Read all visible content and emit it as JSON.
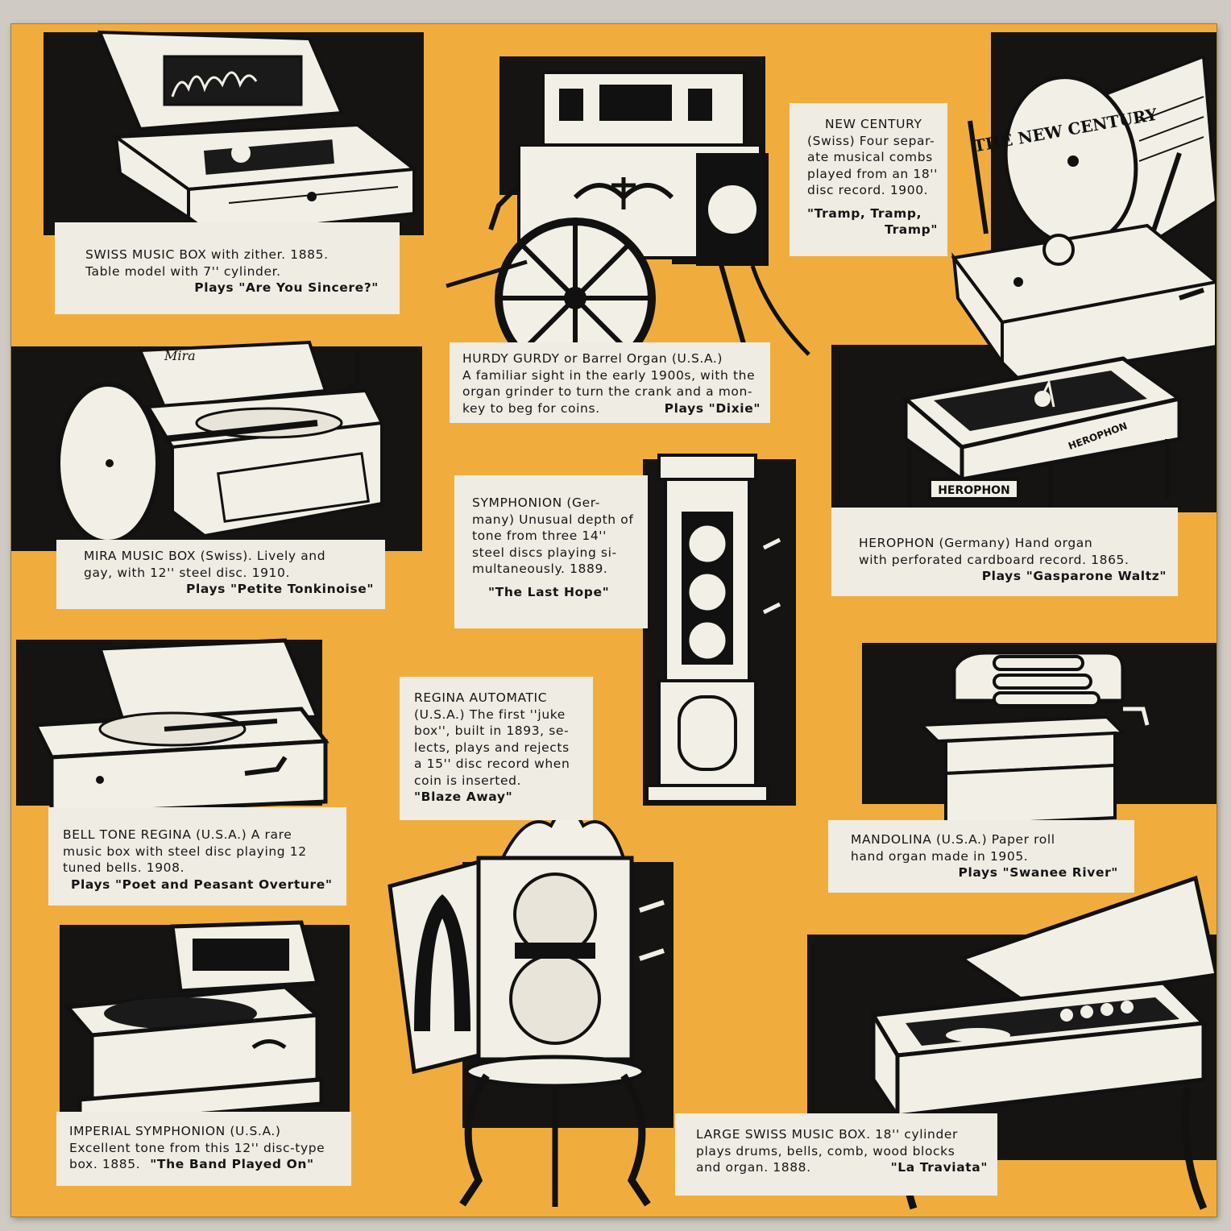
{
  "colors": {
    "background": "#f0ad3e",
    "ink": "#161412",
    "paper": "#efece4"
  },
  "engravings": {
    "new_century_disc": "THE NEW CENTURY",
    "mira_lid": "Mira",
    "herophon_front": "HEROPHON",
    "herophon_side": "HEROPHON"
  },
  "captions": {
    "swiss": {
      "lines": [
        "SWISS MUSIC BOX with zither. 1885.",
        "Table model with 7'' cylinder."
      ],
      "plays": "Plays \"Are You Sincere?\""
    },
    "hurdy": {
      "lines": [
        "HURDY GURDY or Barrel Organ (U.S.A.)",
        "A familiar sight in the early 1900s, with the",
        "organ grinder to turn the crank and a mon-"
      ],
      "last": "key to beg for coins.",
      "plays": "Plays \"Dixie\""
    },
    "newcentury": {
      "lines": [
        "NEW CENTURY",
        "(Swiss) Four separ-",
        "ate musical combs",
        "played from an 18''",
        "disc record. 1900."
      ],
      "plays": [
        "\"Tramp, Tramp,",
        "Tramp\""
      ]
    },
    "mira": {
      "lines": [
        "MIRA MUSIC BOX (Swiss). Lively and",
        "gay, with 12'' steel disc. 1910."
      ],
      "plays": "Plays \"Petite Tonkinoise\""
    },
    "symphonion": {
      "lines": [
        "SYMPHONION (Ger-",
        "many) Unusual depth of",
        "tone from three 14''",
        "steel discs playing si-",
        "multaneously. 1889."
      ],
      "plays": "\"The Last Hope\""
    },
    "herophon": {
      "lines": [
        "HEROPHON (Germany) Hand organ",
        "with perforated cardboard record. 1865."
      ],
      "plays": "Plays \"Gasparone Waltz\""
    },
    "regina": {
      "lines": [
        "REGINA AUTOMATIC",
        "(U.S.A.) The first ''juke",
        "box'', built in 1893, se-",
        "lects, plays and rejects",
        "a 15'' disc record when",
        "coin is inserted."
      ],
      "plays": "\"Blaze Away\""
    },
    "bell": {
      "lines": [
        "BELL TONE REGINA (U.S.A.) A rare",
        "music box with steel disc playing 12",
        "tuned bells. 1908."
      ],
      "plays": "Plays \"Poet and Peasant Overture\""
    },
    "mandolina": {
      "lines": [
        "MANDOLINA (U.S.A.) Paper roll",
        "hand organ made in 1905."
      ],
      "plays": "Plays \"Swanee River\""
    },
    "imperial": {
      "lines": [
        "IMPERIAL SYMPHONION (U.S.A.)",
        "Excellent tone from this 12'' disc-type"
      ],
      "last": "box. 1885.",
      "plays": "\"The Band Played On\""
    },
    "large": {
      "lines": [
        "LARGE SWISS MUSIC BOX. 18'' cylinder",
        "plays drums, bells, comb, wood blocks"
      ],
      "last": "and organ. 1888.",
      "plays": "\"La Traviata\""
    }
  }
}
